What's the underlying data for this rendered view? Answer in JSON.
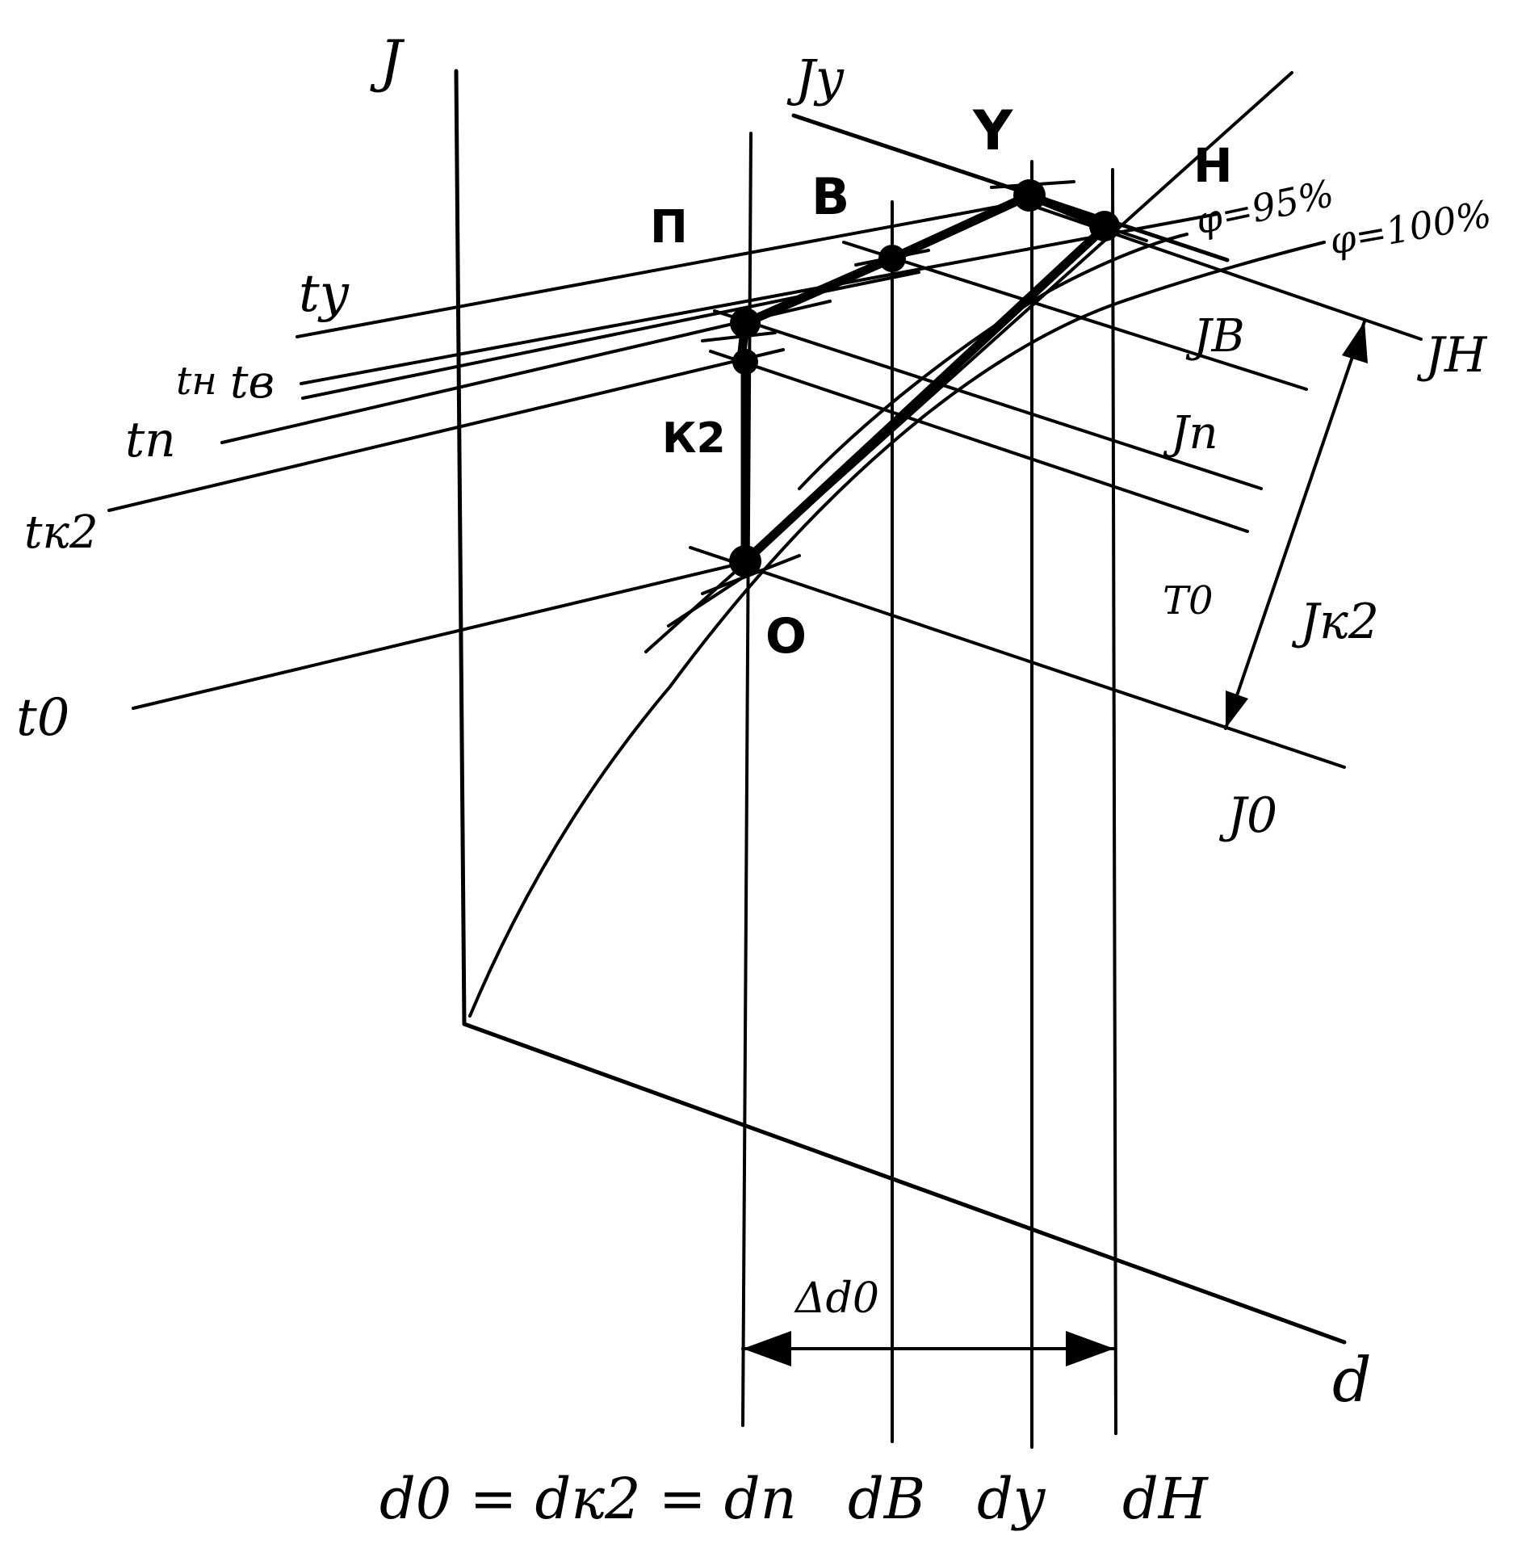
{
  "labels": {
    "axis_j": "J",
    "axis_d": "d",
    "point_y": "Y",
    "point_h": "H",
    "point_b": "B",
    "point_p": "П",
    "point_k2": "К2",
    "point_o": "O",
    "phi95": "φ=95%",
    "phi100": "φ=100%",
    "t_y": "ty",
    "t_n": "tн",
    "t_b": "tв",
    "t_p": "tп",
    "t_k2": "tк2",
    "t_0": "t0",
    "J_y": "Jy",
    "J_H": "JН",
    "J_B": "JВ",
    "J_P": "Jп",
    "J_K2": "Jк2",
    "J_0": "J0",
    "T_0": "T0",
    "delta_d": "Δd0",
    "bottom_formula": "d0 = dк2 = dп",
    "d_B": "dB",
    "d_y": "dy",
    "d_H": "dH"
  }
}
